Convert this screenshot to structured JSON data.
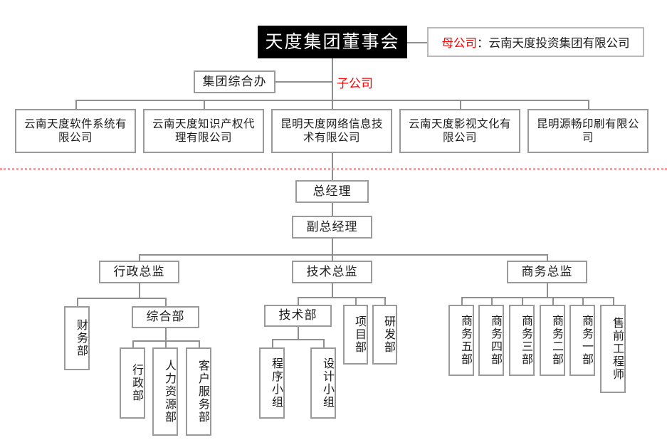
{
  "meta": {
    "title": "天度集团组织结构图",
    "colors": {
      "line": "#8f8f8f",
      "box_border": "#9a9a9a",
      "accent_red": "#ff0000",
      "divider": "#ff9b9b",
      "dark_box_bg": "#000000"
    }
  },
  "board": {
    "label": "天度集团董事会"
  },
  "parent_company_note": {
    "tag": "母公司",
    "separator": "：",
    "name": "云南天度投资集团有限公司"
  },
  "group_office": {
    "label": "集团综合办"
  },
  "subsidiary_label": {
    "text": "子公司"
  },
  "subsidiaries": [
    {
      "label": "云南天度软件系统有限公司"
    },
    {
      "label": "云南天度知识产权代理有限公司"
    },
    {
      "label": "昆明天度网络信息技术有限公司"
    },
    {
      "label": "云南天度影视文化有限公司"
    },
    {
      "label": "昆明源畅印刷有限公司"
    }
  ],
  "management": {
    "general_manager": {
      "label": "总经理"
    },
    "deputy_general_manager": {
      "label": "副总经理"
    },
    "directors": [
      {
        "label": "行政总监"
      },
      {
        "label": "技术总监"
      },
      {
        "label": "商务总监"
      }
    ]
  },
  "admin_branch": {
    "finance": {
      "label": "财务部"
    },
    "general_affairs": {
      "label": "综合部"
    },
    "general_affairs_children": [
      {
        "label": "行政部"
      },
      {
        "label": "人力资源部"
      },
      {
        "label": "客户服务部"
      }
    ]
  },
  "tech_branch": {
    "tech_dept": {
      "label": "技术部"
    },
    "tech_dept_children": [
      {
        "label": "程序小组"
      },
      {
        "label": "设计小组"
      }
    ],
    "project_dept": {
      "label": "项目部"
    },
    "rnd_dept": {
      "label": "研发部"
    }
  },
  "business_branch": {
    "units": [
      {
        "label": "商务五部"
      },
      {
        "label": "商务四部"
      },
      {
        "label": "商务三部"
      },
      {
        "label": "商务二部"
      },
      {
        "label": "商务一部"
      },
      {
        "label": "售前工程师"
      }
    ]
  }
}
